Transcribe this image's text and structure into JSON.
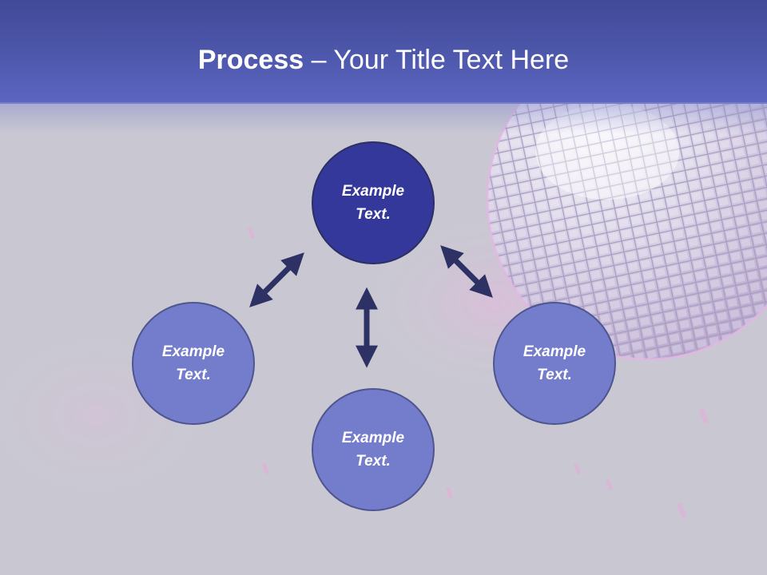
{
  "slide": {
    "title_bold": "Process",
    "title_rest": " – Your Title Text Here"
  },
  "nodes": {
    "top": "Example Text.",
    "left": "Example Text.",
    "right": "Example Text.",
    "bottom": "Example Text."
  },
  "colors": {
    "header": "#4e58ac",
    "center_node": "#33389a",
    "outer_node": "#747dcb",
    "arrow": "#2e3163",
    "background": "#c9c8d2"
  }
}
